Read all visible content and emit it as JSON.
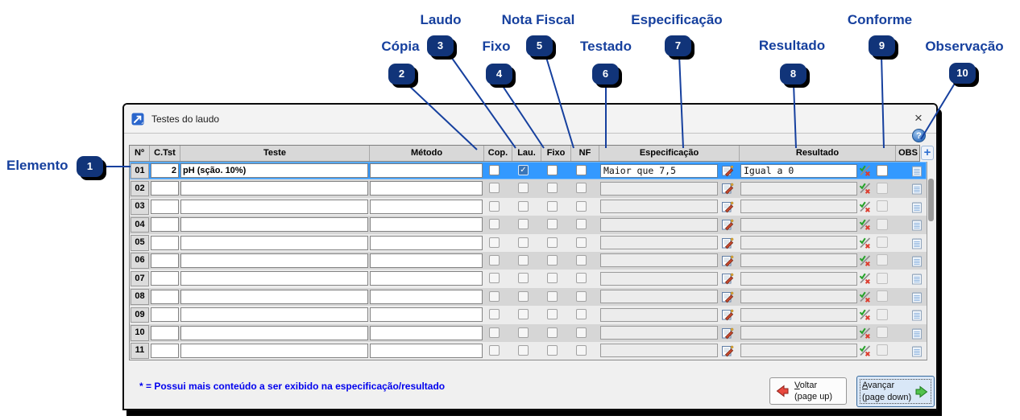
{
  "colors": {
    "annotation_blue": "#16409e",
    "badge_navy": "#113479",
    "selection_blue": "#3399ff",
    "note_blue": "#0000ee"
  },
  "window": {
    "title": "Testes do laudo",
    "close_glyph": "×",
    "help_glyph": "?"
  },
  "table": {
    "add_button_label": "+",
    "headers": {
      "num": "Nº",
      "ctst": "C.Tst",
      "teste": "Teste",
      "metodo": "Método",
      "cop": "Cop.",
      "lau": "Lau.",
      "fixo": "Fixo",
      "nf": "NF",
      "especificacao": "Especificação",
      "resultado": "Resultado",
      "obs": "OBS"
    },
    "rows": [
      {
        "num": "01",
        "c_tst": "2",
        "teste": "pH (sção. 10%)",
        "metodo": "",
        "cop": false,
        "lau": true,
        "fixo": false,
        "nf": false,
        "especificacao": "Maior que 7,5",
        "resultado": "Igual a 0",
        "selected": true
      },
      {
        "num": "02",
        "c_tst": "",
        "teste": "",
        "metodo": "",
        "cop": false,
        "lau": false,
        "fixo": false,
        "nf": false,
        "especificacao": "",
        "resultado": "",
        "selected": false
      },
      {
        "num": "03",
        "c_tst": "",
        "teste": "",
        "metodo": "",
        "cop": false,
        "lau": false,
        "fixo": false,
        "nf": false,
        "especificacao": "",
        "resultado": "",
        "selected": false
      },
      {
        "num": "04",
        "c_tst": "",
        "teste": "",
        "metodo": "",
        "cop": false,
        "lau": false,
        "fixo": false,
        "nf": false,
        "especificacao": "",
        "resultado": "",
        "selected": false
      },
      {
        "num": "05",
        "c_tst": "",
        "teste": "",
        "metodo": "",
        "cop": false,
        "lau": false,
        "fixo": false,
        "nf": false,
        "especificacao": "",
        "resultado": "",
        "selected": false
      },
      {
        "num": "06",
        "c_tst": "",
        "teste": "",
        "metodo": "",
        "cop": false,
        "lau": false,
        "fixo": false,
        "nf": false,
        "especificacao": "",
        "resultado": "",
        "selected": false
      },
      {
        "num": "07",
        "c_tst": "",
        "teste": "",
        "metodo": "",
        "cop": false,
        "lau": false,
        "fixo": false,
        "nf": false,
        "especificacao": "",
        "resultado": "",
        "selected": false
      },
      {
        "num": "08",
        "c_tst": "",
        "teste": "",
        "metodo": "",
        "cop": false,
        "lau": false,
        "fixo": false,
        "nf": false,
        "especificacao": "",
        "resultado": "",
        "selected": false
      },
      {
        "num": "09",
        "c_tst": "",
        "teste": "",
        "metodo": "",
        "cop": false,
        "lau": false,
        "fixo": false,
        "nf": false,
        "especificacao": "",
        "resultado": "",
        "selected": false
      },
      {
        "num": "10",
        "c_tst": "",
        "teste": "",
        "metodo": "",
        "cop": false,
        "lau": false,
        "fixo": false,
        "nf": false,
        "especificacao": "",
        "resultado": "",
        "selected": false
      },
      {
        "num": "11",
        "c_tst": "",
        "teste": "",
        "metodo": "",
        "cop": false,
        "lau": false,
        "fixo": false,
        "nf": false,
        "especificacao": "",
        "resultado": "",
        "selected": false
      }
    ]
  },
  "footer": {
    "note": "* = Possui mais conteúdo a ser exibido na especificação/resultado"
  },
  "buttons": {
    "back": {
      "initial": "V",
      "rest": "oltar",
      "subtitle": "(page up)"
    },
    "forward": {
      "initial": "A",
      "rest": "vançar",
      "subtitle": "(page down)"
    }
  },
  "annotations": {
    "items": [
      {
        "number": "1",
        "label": "Elemento"
      },
      {
        "number": "2",
        "label": "Cópia"
      },
      {
        "number": "3",
        "label": "Laudo"
      },
      {
        "number": "4",
        "label": "Fixo"
      },
      {
        "number": "5",
        "label": "Nota Fiscal"
      },
      {
        "number": "6",
        "label": "Testado"
      },
      {
        "number": "7",
        "label": "Especificação"
      },
      {
        "number": "8",
        "label": "Resultado"
      },
      {
        "number": "9",
        "label": "Conforme"
      },
      {
        "number": "10",
        "label": "Observação"
      }
    ]
  }
}
